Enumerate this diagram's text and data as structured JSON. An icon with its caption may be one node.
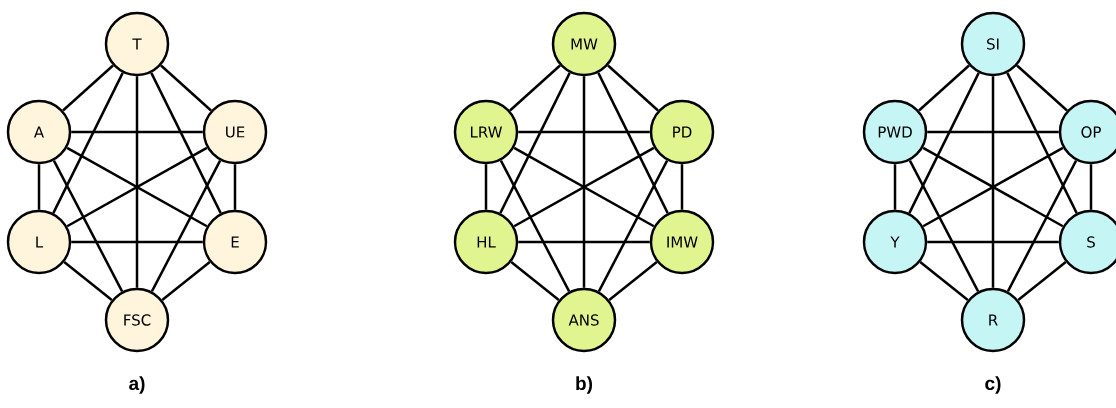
{
  "diagram": {
    "nodes": [
      {
        "text": [
          "T"
        ]
      },
      {
        "text": [
          "A"
        ]
      },
      {
        "text": [
          "UE"
        ]
      },
      {
        "text": [
          "L"
        ]
      },
      {
        "text": [
          "E"
        ]
      },
      {
        "text": [
          "FSC"
        ]
      },
      {
        "text": [
          "MW"
        ]
      },
      {
        "text": [
          "LRW"
        ]
      },
      {
        "text": [
          "PD"
        ]
      },
      {
        "text": [
          "HL"
        ]
      },
      {
        "text": [
          "IMW"
        ]
      },
      {
        "text": [
          "ANS"
        ]
      },
      {
        "text": [
          "SI"
        ]
      },
      {
        "text": [
          "PWD"
        ]
      },
      {
        "text": [
          "OP"
        ]
      },
      {
        "text": [
          "Y"
        ]
      },
      {
        "text": [
          "S"
        ]
      },
      {
        "text": [
          "R"
        ]
      }
    ],
    "edges": [
      {
        "from": 0,
        "to": 1,
        "arrow": "none"
      },
      {
        "from": 0,
        "to": 2,
        "arrow": "none"
      },
      {
        "from": 0,
        "to": 3,
        "arrow": "none"
      },
      {
        "from": 0,
        "to": 4,
        "arrow": "none"
      },
      {
        "from": 0,
        "to": 5,
        "arrow": "none"
      },
      {
        "from": 1,
        "to": 2,
        "arrow": "none"
      },
      {
        "from": 1,
        "to": 3,
        "arrow": "none"
      },
      {
        "from": 1,
        "to": 4,
        "arrow": "none"
      },
      {
        "from": 1,
        "to": 5,
        "arrow": "none"
      },
      {
        "from": 2,
        "to": 3,
        "arrow": "none"
      },
      {
        "from": 2,
        "to": 4,
        "arrow": "none"
      },
      {
        "from": 2,
        "to": 5,
        "arrow": "none"
      },
      {
        "from": 3,
        "to": 4,
        "arrow": "none"
      },
      {
        "from": 3,
        "to": 5,
        "arrow": "none"
      },
      {
        "from": 4,
        "to": 5,
        "arrow": "none"
      },
      {
        "from": 6,
        "to": 7,
        "arrow": "none"
      },
      {
        "from": 6,
        "to": 8,
        "arrow": "none"
      },
      {
        "from": 6,
        "to": 9,
        "arrow": "none"
      },
      {
        "from": 6,
        "to": 10,
        "arrow": "none"
      },
      {
        "from": 6,
        "to": 11,
        "arrow": "none"
      },
      {
        "from": 7,
        "to": 8,
        "arrow": "none"
      },
      {
        "from": 7,
        "to": 9,
        "arrow": "none"
      },
      {
        "from": 7,
        "to": 10,
        "arrow": "none"
      },
      {
        "from": 7,
        "to": 11,
        "arrow": "none"
      },
      {
        "from": 8,
        "to": 9,
        "arrow": "none"
      },
      {
        "from": 8,
        "to": 10,
        "arrow": "none"
      },
      {
        "from": 8,
        "to": 11,
        "arrow": "none"
      },
      {
        "from": 9,
        "to": 10,
        "arrow": "none"
      },
      {
        "from": 9,
        "to": 11,
        "arrow": "none"
      },
      {
        "from": 10,
        "to": 11,
        "arrow": "none"
      },
      {
        "from": 12,
        "to": 13,
        "arrow": "none"
      },
      {
        "from": 12,
        "to": 14,
        "arrow": "none"
      },
      {
        "from": 12,
        "to": 15,
        "arrow": "none"
      },
      {
        "from": 12,
        "to": 16,
        "arrow": "none"
      },
      {
        "from": 12,
        "to": 17,
        "arrow": "none"
      },
      {
        "from": 13,
        "to": 14,
        "arrow": "none"
      },
      {
        "from": 13,
        "to": 15,
        "arrow": "none"
      },
      {
        "from": 13,
        "to": 16,
        "arrow": "none"
      },
      {
        "from": 13,
        "to": 17,
        "arrow": "none"
      },
      {
        "from": 14,
        "to": 15,
        "arrow": "none"
      },
      {
        "from": 14,
        "to": 16,
        "arrow": "none"
      },
      {
        "from": 14,
        "to": 17,
        "arrow": "none"
      },
      {
        "from": 15,
        "to": 16,
        "arrow": "none"
      },
      {
        "from": 15,
        "to": 17,
        "arrow": "none"
      },
      {
        "from": 16,
        "to": 17,
        "arrow": "none"
      }
    ],
    "labels": [
      "a)",
      "b)",
      "c)"
    ]
  }
}
